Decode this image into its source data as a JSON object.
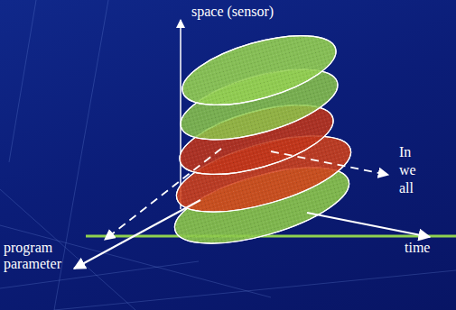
{
  "diagram": {
    "labels": [
      "space (sensor)",
      "In",
      "we",
      "all",
      "time",
      "program parameter"
    ]
  }
}
